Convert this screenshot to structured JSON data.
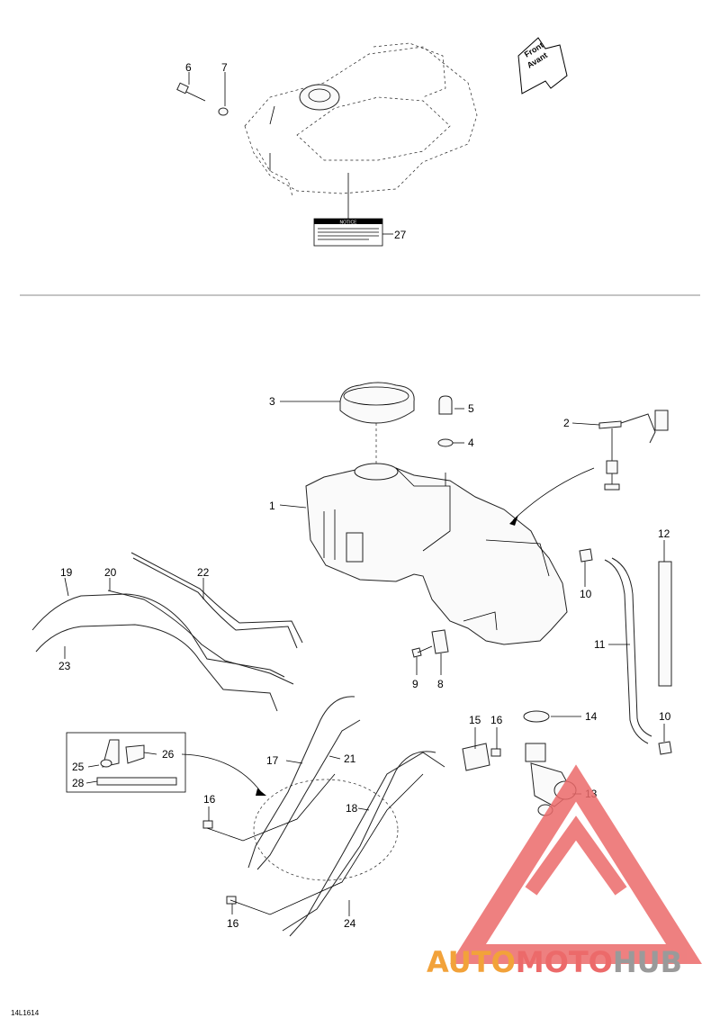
{
  "diagram": {
    "direction_label": {
      "line1": "Front",
      "line2": "Avant"
    },
    "notice_label": "NOTICE",
    "drawing_code": "14L1614",
    "callouts": [
      {
        "id": "c1",
        "text": "1"
      },
      {
        "id": "c2",
        "text": "2"
      },
      {
        "id": "c3",
        "text": "3"
      },
      {
        "id": "c4",
        "text": "4"
      },
      {
        "id": "c5",
        "text": "5"
      },
      {
        "id": "c6",
        "text": "6"
      },
      {
        "id": "c7",
        "text": "7"
      },
      {
        "id": "c8",
        "text": "8"
      },
      {
        "id": "c9",
        "text": "9"
      },
      {
        "id": "c10a",
        "text": "10"
      },
      {
        "id": "c10b",
        "text": "10"
      },
      {
        "id": "c11",
        "text": "11"
      },
      {
        "id": "c12",
        "text": "12"
      },
      {
        "id": "c13",
        "text": "13"
      },
      {
        "id": "c14",
        "text": "14"
      },
      {
        "id": "c15",
        "text": "15"
      },
      {
        "id": "c16a",
        "text": "16"
      },
      {
        "id": "c16b",
        "text": "16"
      },
      {
        "id": "c16c",
        "text": "16"
      },
      {
        "id": "c17",
        "text": "17"
      },
      {
        "id": "c18",
        "text": "18"
      },
      {
        "id": "c19",
        "text": "19"
      },
      {
        "id": "c20",
        "text": "20"
      },
      {
        "id": "c21",
        "text": "21"
      },
      {
        "id": "c22",
        "text": "22"
      },
      {
        "id": "c23",
        "text": "23"
      },
      {
        "id": "c24",
        "text": "24"
      },
      {
        "id": "c25",
        "text": "25"
      },
      {
        "id": "c26",
        "text": "26"
      },
      {
        "id": "c27",
        "text": "27"
      },
      {
        "id": "c28",
        "text": "28"
      }
    ]
  },
  "watermark": {
    "part1": "AUTO",
    "part2": "MOTO",
    "part3": "HUB",
    "colors": {
      "orange": "#f2a23a",
      "red": "#ec6a6a",
      "gray": "#9a9a9a"
    }
  }
}
